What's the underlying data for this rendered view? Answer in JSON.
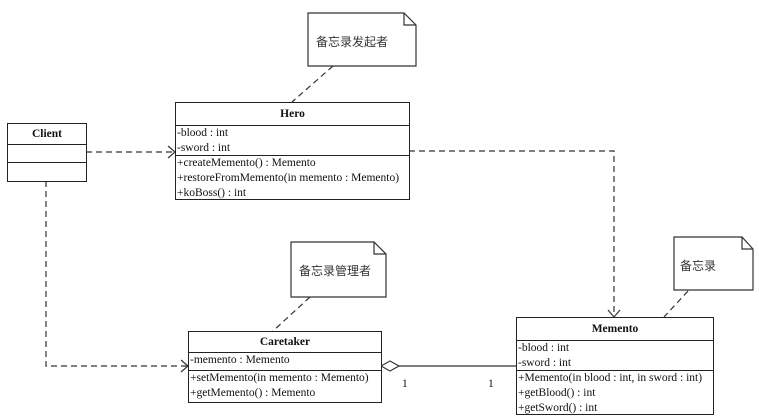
{
  "classes": {
    "client": {
      "name": "Client",
      "attributes": [],
      "operations": []
    },
    "hero": {
      "name": "Hero",
      "attributes": [
        "-blood : int",
        "-sword : int"
      ],
      "operations": [
        "+createMemento() : Memento",
        "+restoreFromMemento(in memento : Memento)",
        "+koBoss() : int"
      ]
    },
    "caretaker": {
      "name": "Caretaker",
      "attributes": [
        "-memento : Memento"
      ],
      "operations": [
        "+setMemento(in memento : Memento)",
        "+getMemento() : Memento"
      ]
    },
    "memento": {
      "name": "Memento",
      "attributes": [
        "-blood : int",
        "-sword : int"
      ],
      "operations": [
        "+Memento(in blood : int, in sword : int)",
        "+getBlood() : int",
        "+getSword() : int"
      ]
    }
  },
  "notes": {
    "originator": "备忘录发起者",
    "caretaker": "备忘录管理者",
    "memento": "备忘录"
  },
  "aggregation": {
    "caretaker_multiplicity": "1",
    "memento_multiplicity": "1"
  }
}
